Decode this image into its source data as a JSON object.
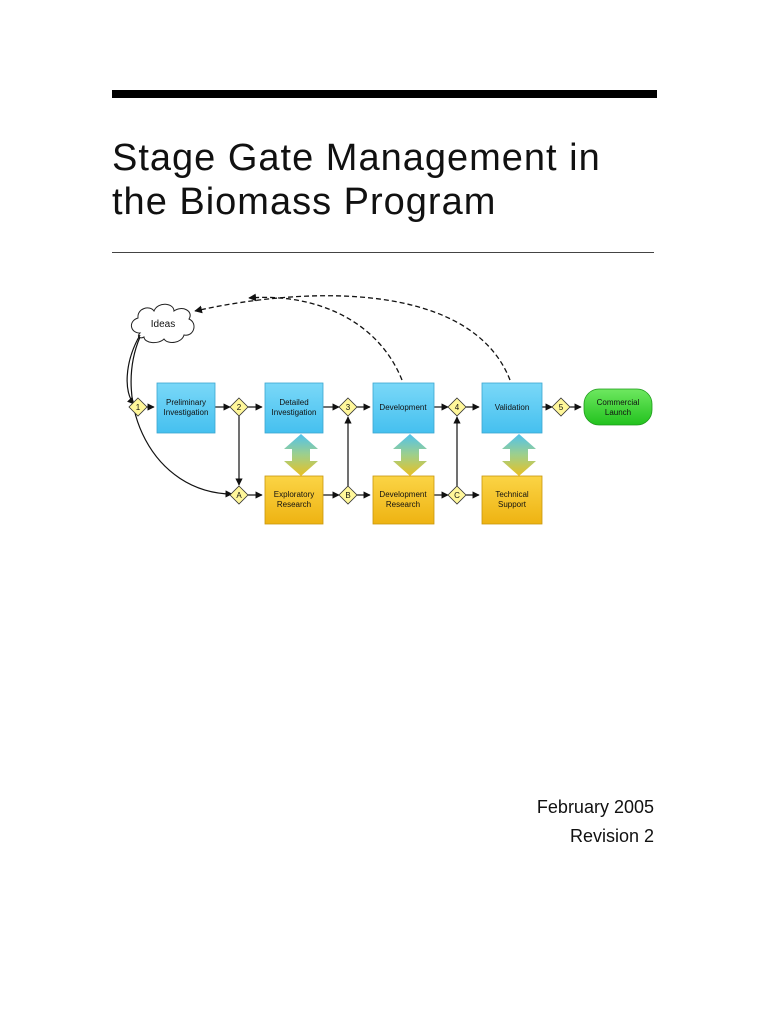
{
  "document": {
    "title_line1": "Stage Gate Management in",
    "title_line2": "the Biomass Program",
    "date": "February 2005",
    "revision": "Revision 2"
  },
  "diagram": {
    "ideas_label": "Ideas",
    "stages": [
      {
        "line1": "Preliminary",
        "line2": "Investigation"
      },
      {
        "line1": "Detailed",
        "line2": "Investigation"
      },
      {
        "line1": "Development",
        "line2": ""
      },
      {
        "line1": "Validation",
        "line2": ""
      }
    ],
    "research_stages": [
      {
        "line1": "Exploratory",
        "line2": "Research"
      },
      {
        "line1": "Development",
        "line2": "Research"
      },
      {
        "line1": "Technical",
        "line2": "Support"
      }
    ],
    "launch": {
      "line1": "Commercial",
      "line2": "Launch"
    },
    "gates": [
      "1",
      "2",
      "3",
      "4",
      "5"
    ],
    "research_gates": [
      "A",
      "B",
      "C"
    ],
    "colors": {
      "stage_fill": "#5fcdf5",
      "research_fill": "#f5c224",
      "launch_fill": "#3ed63a",
      "gate_fill": "#fff79a"
    }
  }
}
